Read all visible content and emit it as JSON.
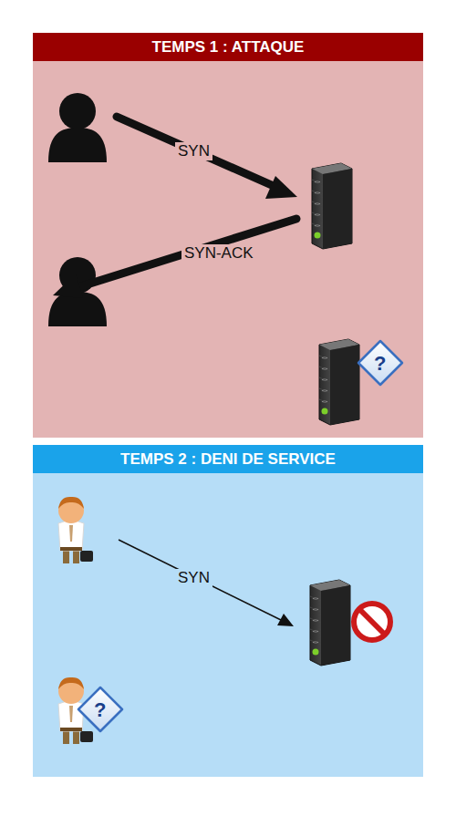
{
  "diagram": {
    "nodes": [
      {
        "text": [
          "TEMPS 1 : ATTAQUE"
        ]
      },
      {
        "text": [
          "TEMPS 2 : DENI DE SERVICE"
        ]
      }
    ],
    "labels": [
      "SYN",
      "SYN-ACK",
      "?",
      "SYN",
      "?"
    ]
  }
}
